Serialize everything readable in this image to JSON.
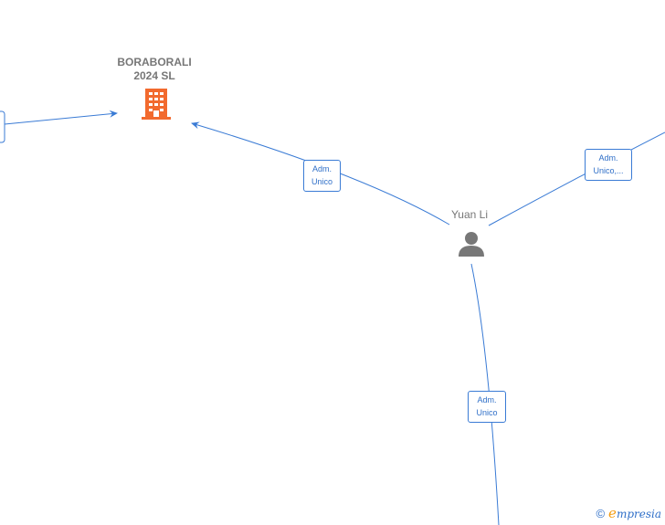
{
  "company": {
    "name": "BORABORALI\n2024  SL",
    "icon": "building-icon",
    "color": "#f26a2e"
  },
  "person": {
    "name": "Yuan Li",
    "icon": "person-icon",
    "color": "#777777"
  },
  "edges": [
    {
      "id": "company-to-person",
      "label": "Adm.\nUnico"
    },
    {
      "id": "person-to-upper-right",
      "label": "Adm.\nUnico,..."
    },
    {
      "id": "person-to-bottom",
      "label": "Adm.\nUnico"
    }
  ],
  "footer": {
    "copyright_symbol": "©",
    "brand_initial": "e",
    "brand_rest": "mpresia"
  },
  "colors": {
    "edge": "#3a7bd5",
    "label_text": "#2f6fc8"
  }
}
